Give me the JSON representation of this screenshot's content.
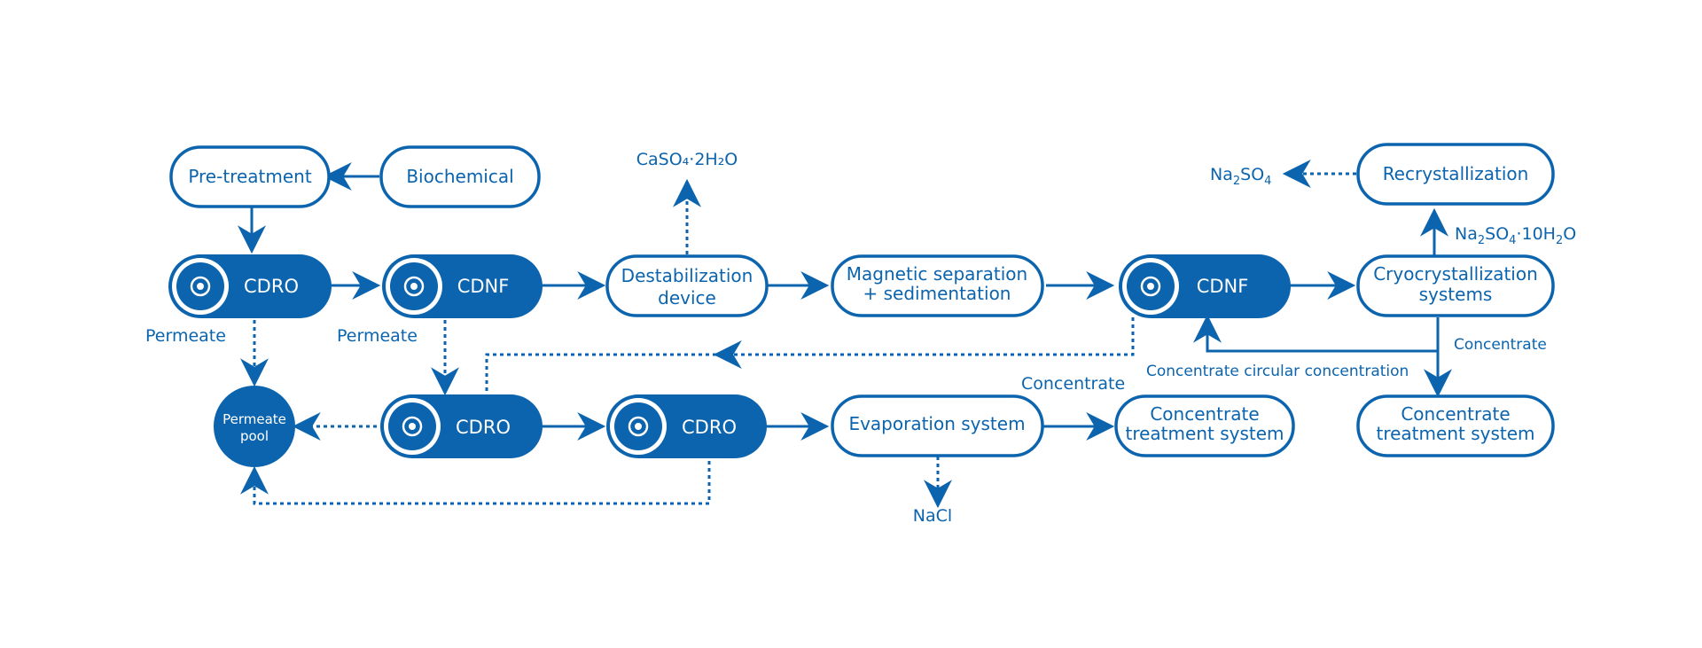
{
  "colors": {
    "primary": "#0b64ad",
    "background": "#ffffff"
  },
  "nodes": {
    "pretreatment": "Pre-treatment",
    "biochemical": "Biochemical",
    "cdro1": "CDRO",
    "cdnf1": "CDNF",
    "destab_l1": "Destabilization",
    "destab_l2": "device",
    "magsep_l1": "Magnetic separation",
    "magsep_l2": "+ sedimentation",
    "cdnf2": "CDNF",
    "cryo_l1": "Cryocrystallization",
    "cryo_l2": "systems",
    "recryst": "Recrystallization",
    "permeate_l1": "Permeate",
    "permeate_l2": "pool",
    "cdro2": "CDRO",
    "cdro3": "CDRO",
    "evap": "Evaporation system",
    "concA_l1": "Concentrate",
    "concA_l2": "treatment system",
    "concB_l1": "Concentrate",
    "concB_l2": "treatment system"
  },
  "labels": {
    "permeate1": "Permeate",
    "permeate2": "Permeate",
    "concentrate1": "Concentrate",
    "concentrate2": "Concentrate",
    "circular": "Concentrate circular concentration",
    "nacl": "NaCl",
    "caso4": "CaSO₄·2H₂O",
    "na2so4": {
      "p1": "Na",
      "s1": "2",
      "p2": "SO",
      "s2": "4"
    },
    "na2so4_10h2o": {
      "p1": "Na",
      "s1": "2",
      "p2": "SO",
      "s2": "4",
      "p3": "·10H",
      "s3": "2",
      "p4": "O"
    }
  }
}
